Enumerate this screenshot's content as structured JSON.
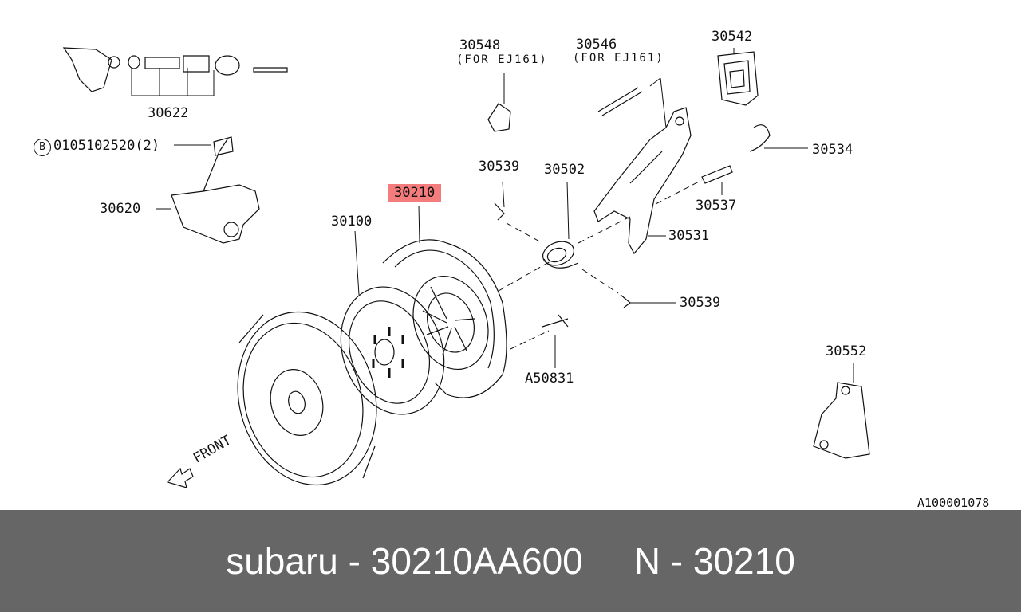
{
  "diagram": {
    "part_labels": {
      "p30622": "30622",
      "bolt_ref": "0105102520",
      "bolt_circle": "B",
      "bolt_qty": "(2)",
      "p30620": "30620",
      "p30548": "30548",
      "p30548_note": "(FOR EJ161)",
      "p30546": "30546",
      "p30546_note": "(FOR EJ161)",
      "p30542": "30542",
      "p30534": "30534",
      "p30539_top": "30539",
      "p30502": "30502",
      "p30210": "30210",
      "p30100": "30100",
      "p30537": "30537",
      "p30531": "30531",
      "p30539_bottom": "30539",
      "pA50831": "A50831",
      "p30552": "30552",
      "front": "FRONT"
    },
    "figure_id": "A100001078",
    "highlight_color": "#f47c7c"
  },
  "footer": {
    "brand_part": "subaru - 30210AA600",
    "ref": "N - 30210",
    "background": "#666666"
  }
}
